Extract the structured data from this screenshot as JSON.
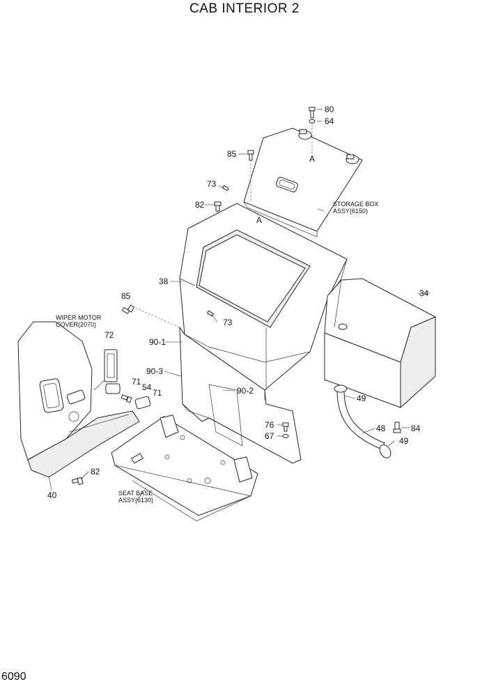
{
  "title": "CAB INTERIOR 2",
  "page_number": "6090",
  "callouts": {
    "c80": "80",
    "c64": "64",
    "c85a": "85",
    "cA1": "A",
    "c73a": "73",
    "c82a": "82",
    "cA2": "A",
    "c38": "38",
    "c85b": "85",
    "c73b": "73",
    "c34": "34",
    "c72": "72",
    "c90_1": "90-1",
    "c90_3": "90-3",
    "c71a": "71",
    "c54": "54",
    "c71b": "71",
    "c90_2": "90-2",
    "c49a": "49",
    "c48": "48",
    "c84": "84",
    "c49b": "49",
    "c76": "76",
    "c67": "67",
    "c82b": "82",
    "c40": "40"
  },
  "labels": {
    "storage_box_1": "STORAGE BOX",
    "storage_box_2": "ASSY(6150)",
    "wiper_1": "WIPER MOTOR",
    "wiper_2": "COVER(2070)",
    "seat_base_1": "SEAT BASE",
    "seat_base_2": "ASSY(6130)"
  }
}
